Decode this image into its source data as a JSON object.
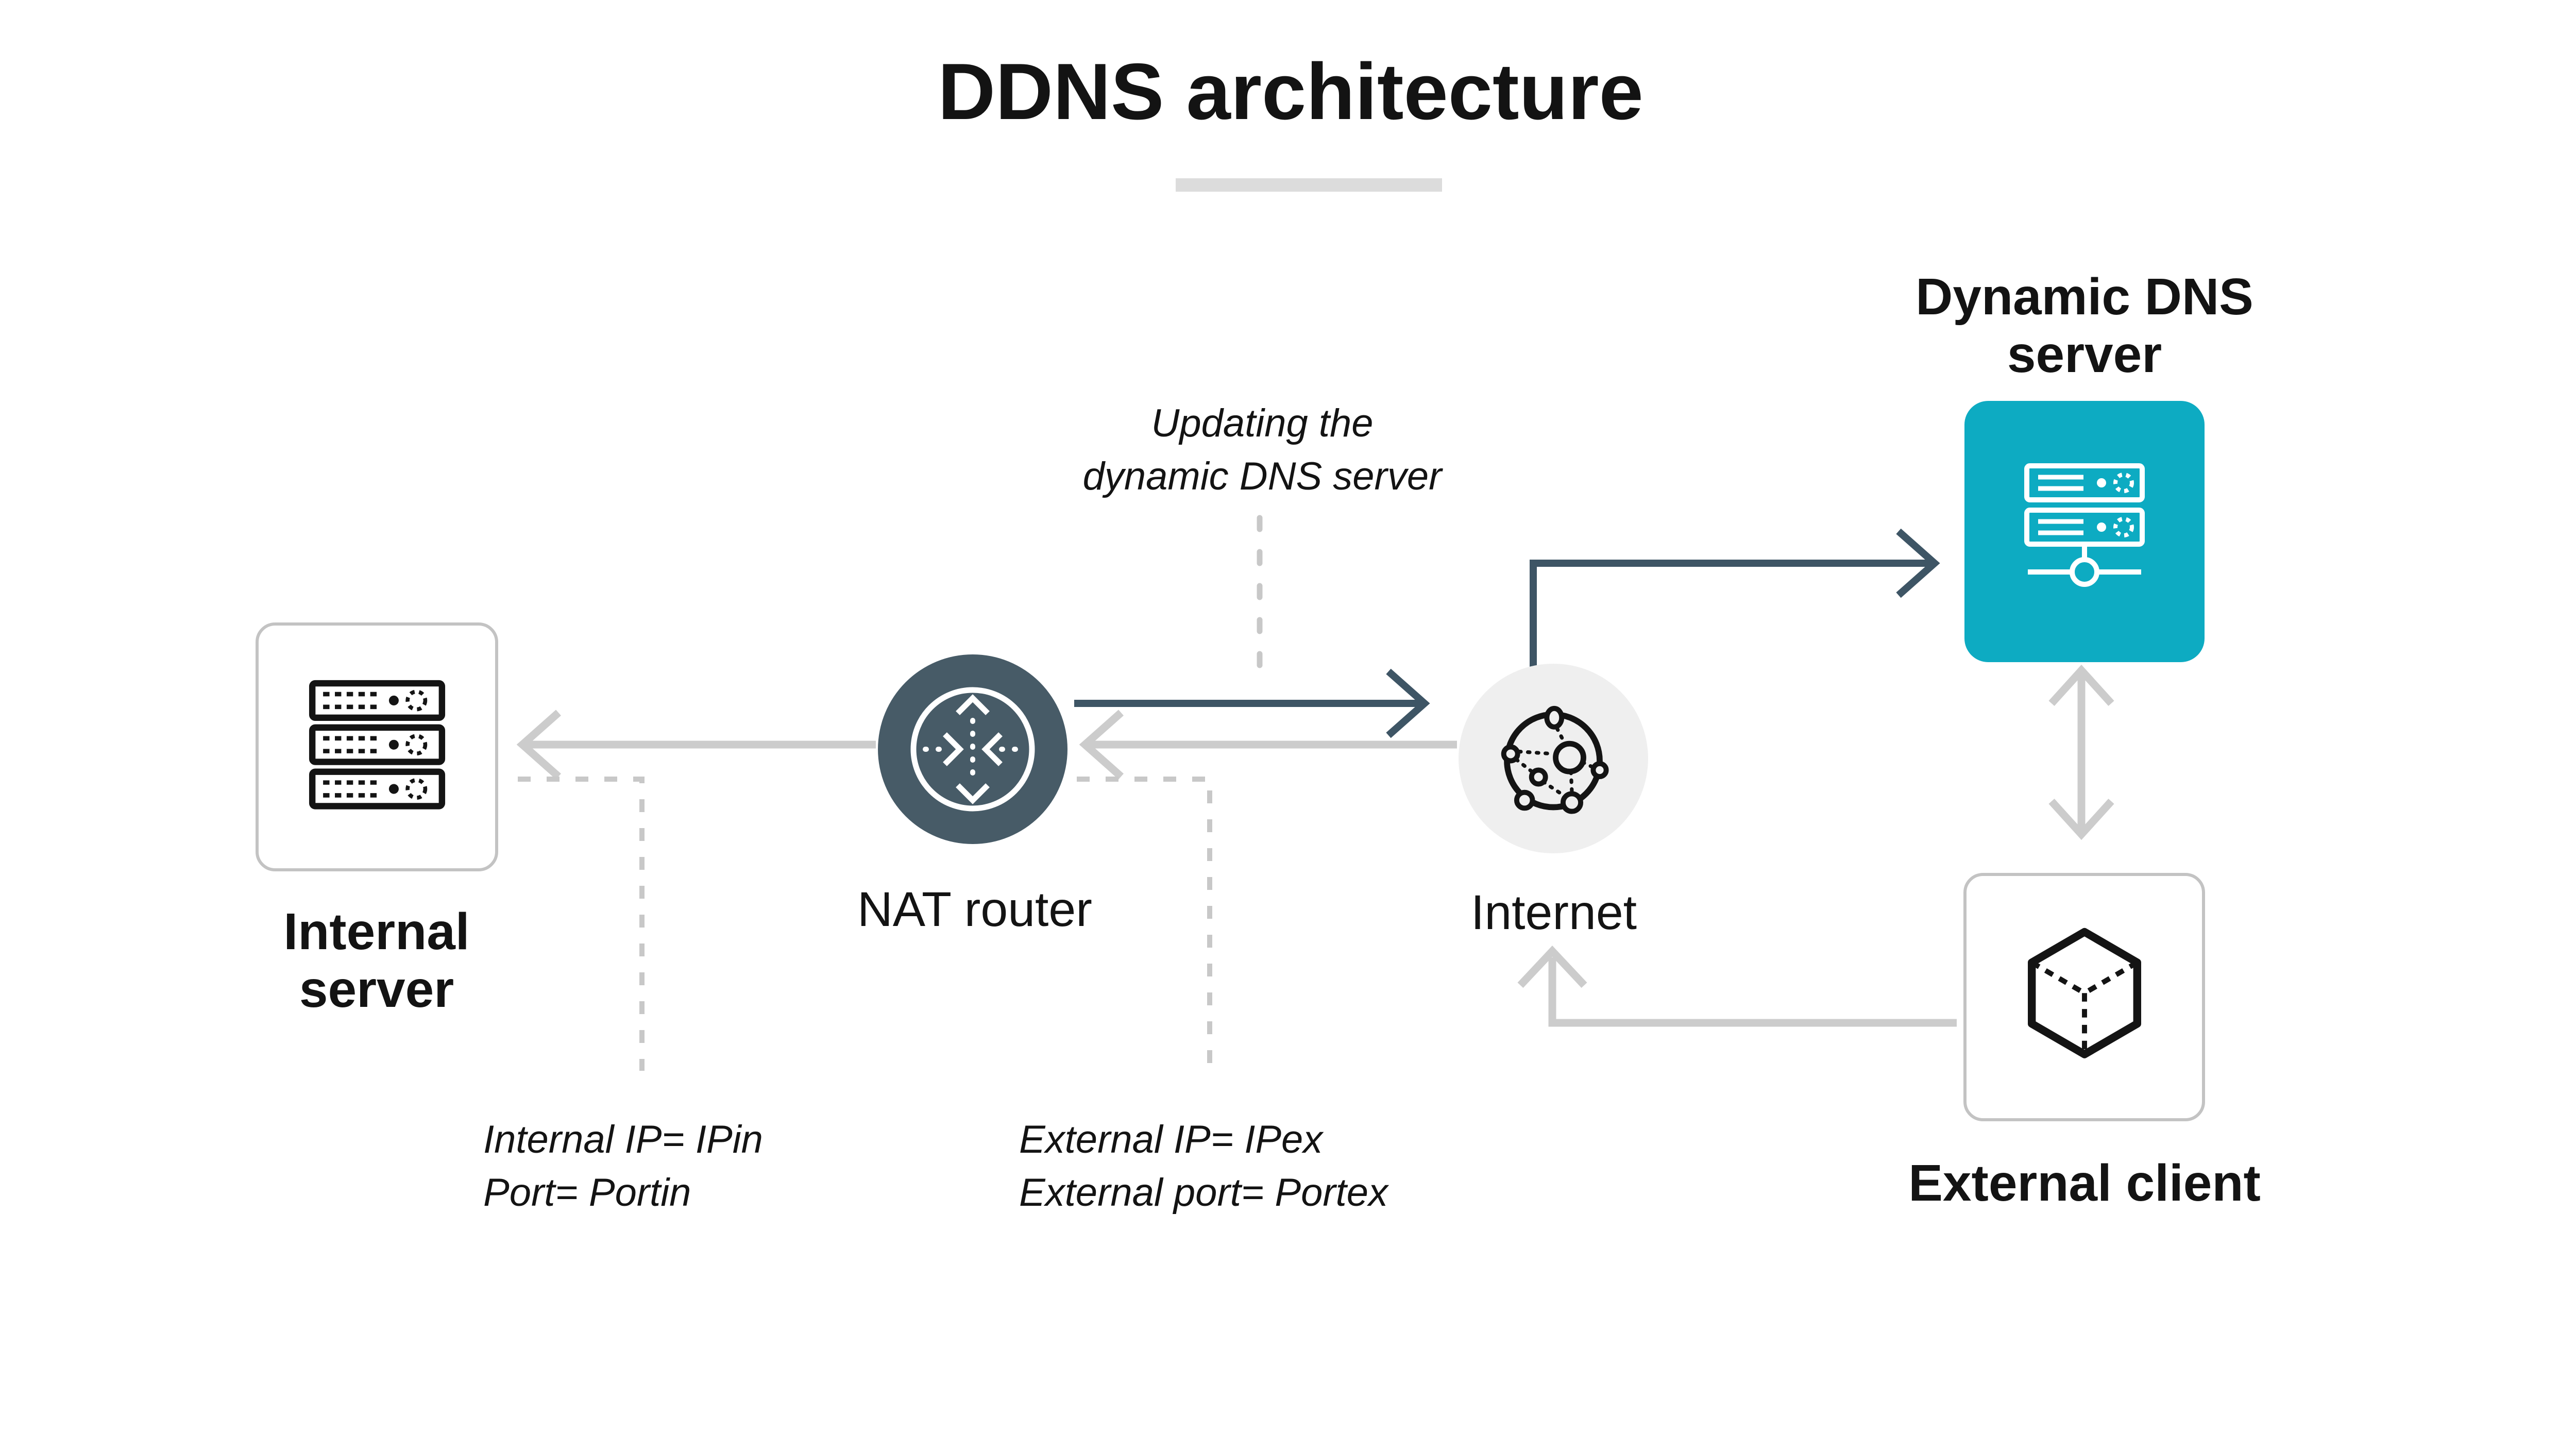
{
  "title": {
    "text": "DDNS architecture"
  },
  "nodes": {
    "internal_server": {
      "label": "Internal\nserver",
      "icon": "server-stack-icon"
    },
    "nat_router": {
      "label": "NAT router",
      "icon": "router-arrows-icon"
    },
    "internet": {
      "label": "Internet",
      "icon": "network-globe-icon"
    },
    "ddns_server": {
      "label": "Dynamic DNS\nserver",
      "icon": "server-node-icon"
    },
    "external_client": {
      "label": "External client",
      "icon": "cube-icon"
    }
  },
  "annotations": {
    "updating": {
      "text": "Updating the\ndynamic DNS server"
    },
    "internal_mapping": {
      "text": "Internal IP= IPin\nPort= Portin"
    },
    "external_mapping": {
      "text": "External IP= IPex\nExternal port= Portex"
    }
  },
  "arrows": {
    "nat_to_internet": "dark",
    "internet_to_ddns": "dark",
    "internet_to_nat": "gray",
    "nat_to_internal_server": "gray",
    "external_client_to_internet": "gray",
    "ddns_external_bidirectional": "gray",
    "updating_connector": "dotted",
    "internal_mapping_connector": "dashed",
    "external_mapping_connector": "dashed"
  },
  "colors": {
    "accent_teal": "#0dabc2",
    "slate_circle": "#475b67",
    "arrow_dark": "#3e5565",
    "arrow_gray": "#cccccc",
    "box_border": "#c3c3c3",
    "internet_fill": "#efefef",
    "title_underline": "#dcdcdc",
    "text": "#131313"
  }
}
